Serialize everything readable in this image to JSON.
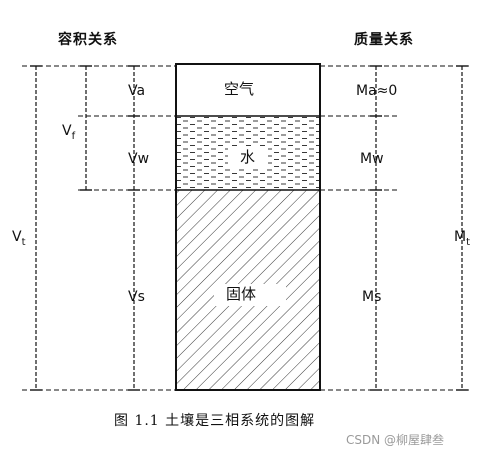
{
  "headers": {
    "volume": "容积关系",
    "mass": "质量关系"
  },
  "phases": {
    "air": "空气",
    "water": "水",
    "solid": "固体"
  },
  "volume_labels": {
    "va": "Va",
    "vw": "Vw",
    "vs": "Vs",
    "vf_main": "V",
    "vf_sub": "f",
    "vt_main": "V",
    "vt_sub": "t"
  },
  "mass_labels": {
    "ma": "Ma≈0",
    "mw": "Mw",
    "ms": "Ms",
    "mt_main": "M",
    "mt_sub": "t"
  },
  "caption": "图 1.1  土壤是三相系统的图解",
  "watermark": "CSDN @柳屋肆叁"
}
